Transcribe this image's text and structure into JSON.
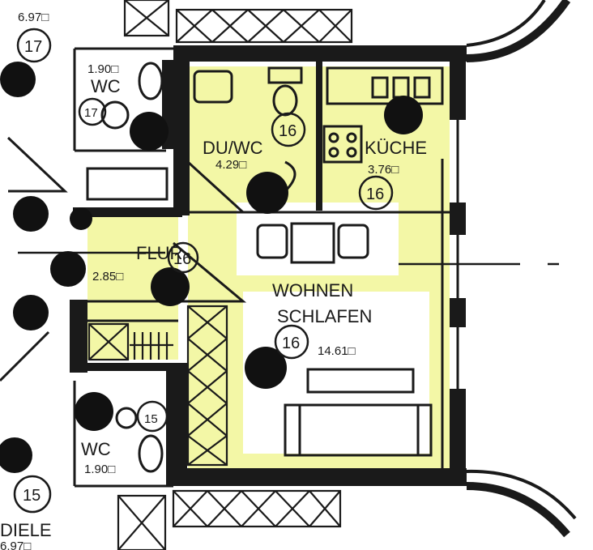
{
  "rooms": {
    "du_wc": {
      "name": "DU/WC",
      "area": "4.29□",
      "number": "16"
    },
    "kueche": {
      "name": "KÜCHE",
      "area": "3.76□",
      "number": "16"
    },
    "wohnen": {
      "name_line1": "WOHNEN",
      "name_line2": "SCHLAFEN",
      "area": "14.61□",
      "number": "16"
    },
    "flur": {
      "name": "FLUR",
      "area": "2.85□",
      "number": "16"
    },
    "wc_top": {
      "name": "WC",
      "area": "1.90□",
      "number": "17"
    },
    "wc_bottom": {
      "name": "WC",
      "area": "1.90□",
      "number": "15"
    },
    "top_left": {
      "area": "6.97□",
      "number": "17"
    },
    "diele": {
      "name": "DIELE",
      "area": "6.97□",
      "number": "15"
    }
  },
  "colors": {
    "wall": "#1a1a1a",
    "highlight": "#f3f7a6",
    "paper": "#ffffff"
  }
}
